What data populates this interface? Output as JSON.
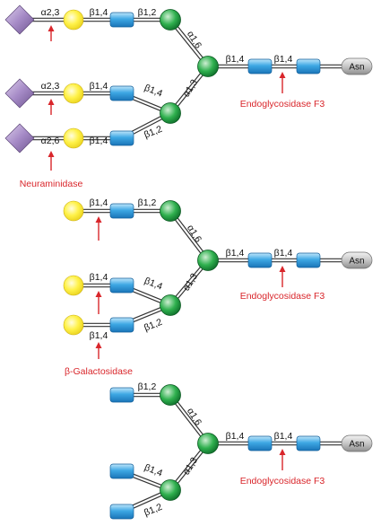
{
  "colors": {
    "sialic_acid": "#a88fc8",
    "galactose": "#fff04a",
    "glcnac": "#3ea8e4",
    "mannose": "#27a84a",
    "asn": "#bcbcbc",
    "arrow": "#d9262b",
    "bond": "#333333"
  },
  "icons": {
    "sialic_acid": "purple-diamond",
    "galactose": "yellow-circle",
    "glcnac": "blue-square",
    "mannose": "green-circle",
    "asn": "gray-rounded-box"
  },
  "labels": {
    "asn": "Asn",
    "endoglycosidase": "Endoglycosidase F3",
    "neuraminidase": "Neuraminidase",
    "galactosidase": "β-Galactosidase",
    "a23": "α2,3",
    "a26": "α2,6",
    "b14": "β1,4",
    "b12": "β1,2",
    "a16": "α1,6",
    "a13": "α1,3"
  }
}
